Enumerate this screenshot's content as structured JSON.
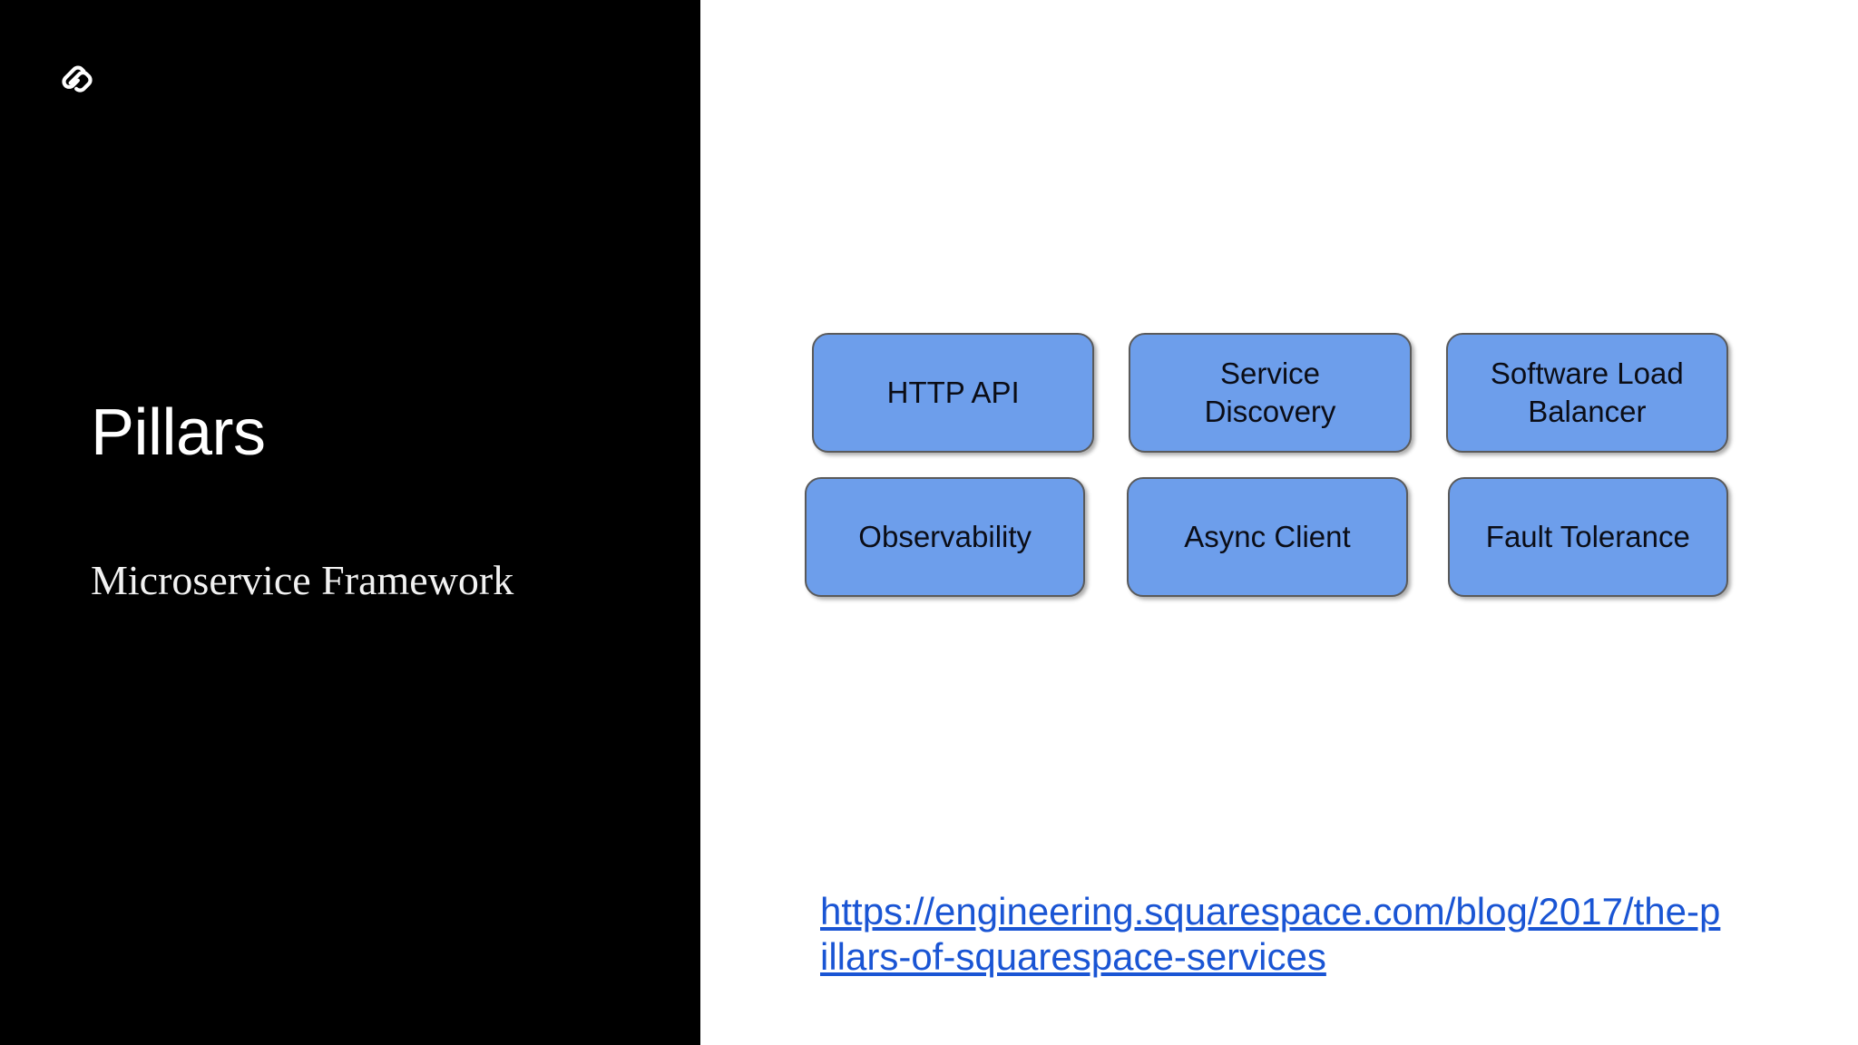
{
  "slide": {
    "left": {
      "logo_name": "squarespace-logo",
      "title": "Pillars",
      "subtitle": "Microservice Framework",
      "background_color": "#000000",
      "title_color": "#ffffff"
    },
    "right": {
      "background_color": "#ffffff",
      "box_fill_color": "#6D9EEB",
      "box_border_color": "#5a5a5a",
      "box_text_color": "#0b0d16",
      "rows": [
        {
          "boxes": [
            {
              "label": "HTTP API"
            },
            {
              "label": "Service\nDiscovery"
            },
            {
              "label": "Software Load\nBalancer"
            }
          ]
        },
        {
          "boxes": [
            {
              "label": "Observability"
            },
            {
              "label": "Async Client"
            },
            {
              "label": "Fault Tolerance"
            }
          ]
        }
      ],
      "source_link": {
        "text": "https://engineering.squarespace.com/blog/2017/the-pillars-of-squarespace-services",
        "color": "#1a55d4"
      }
    }
  }
}
